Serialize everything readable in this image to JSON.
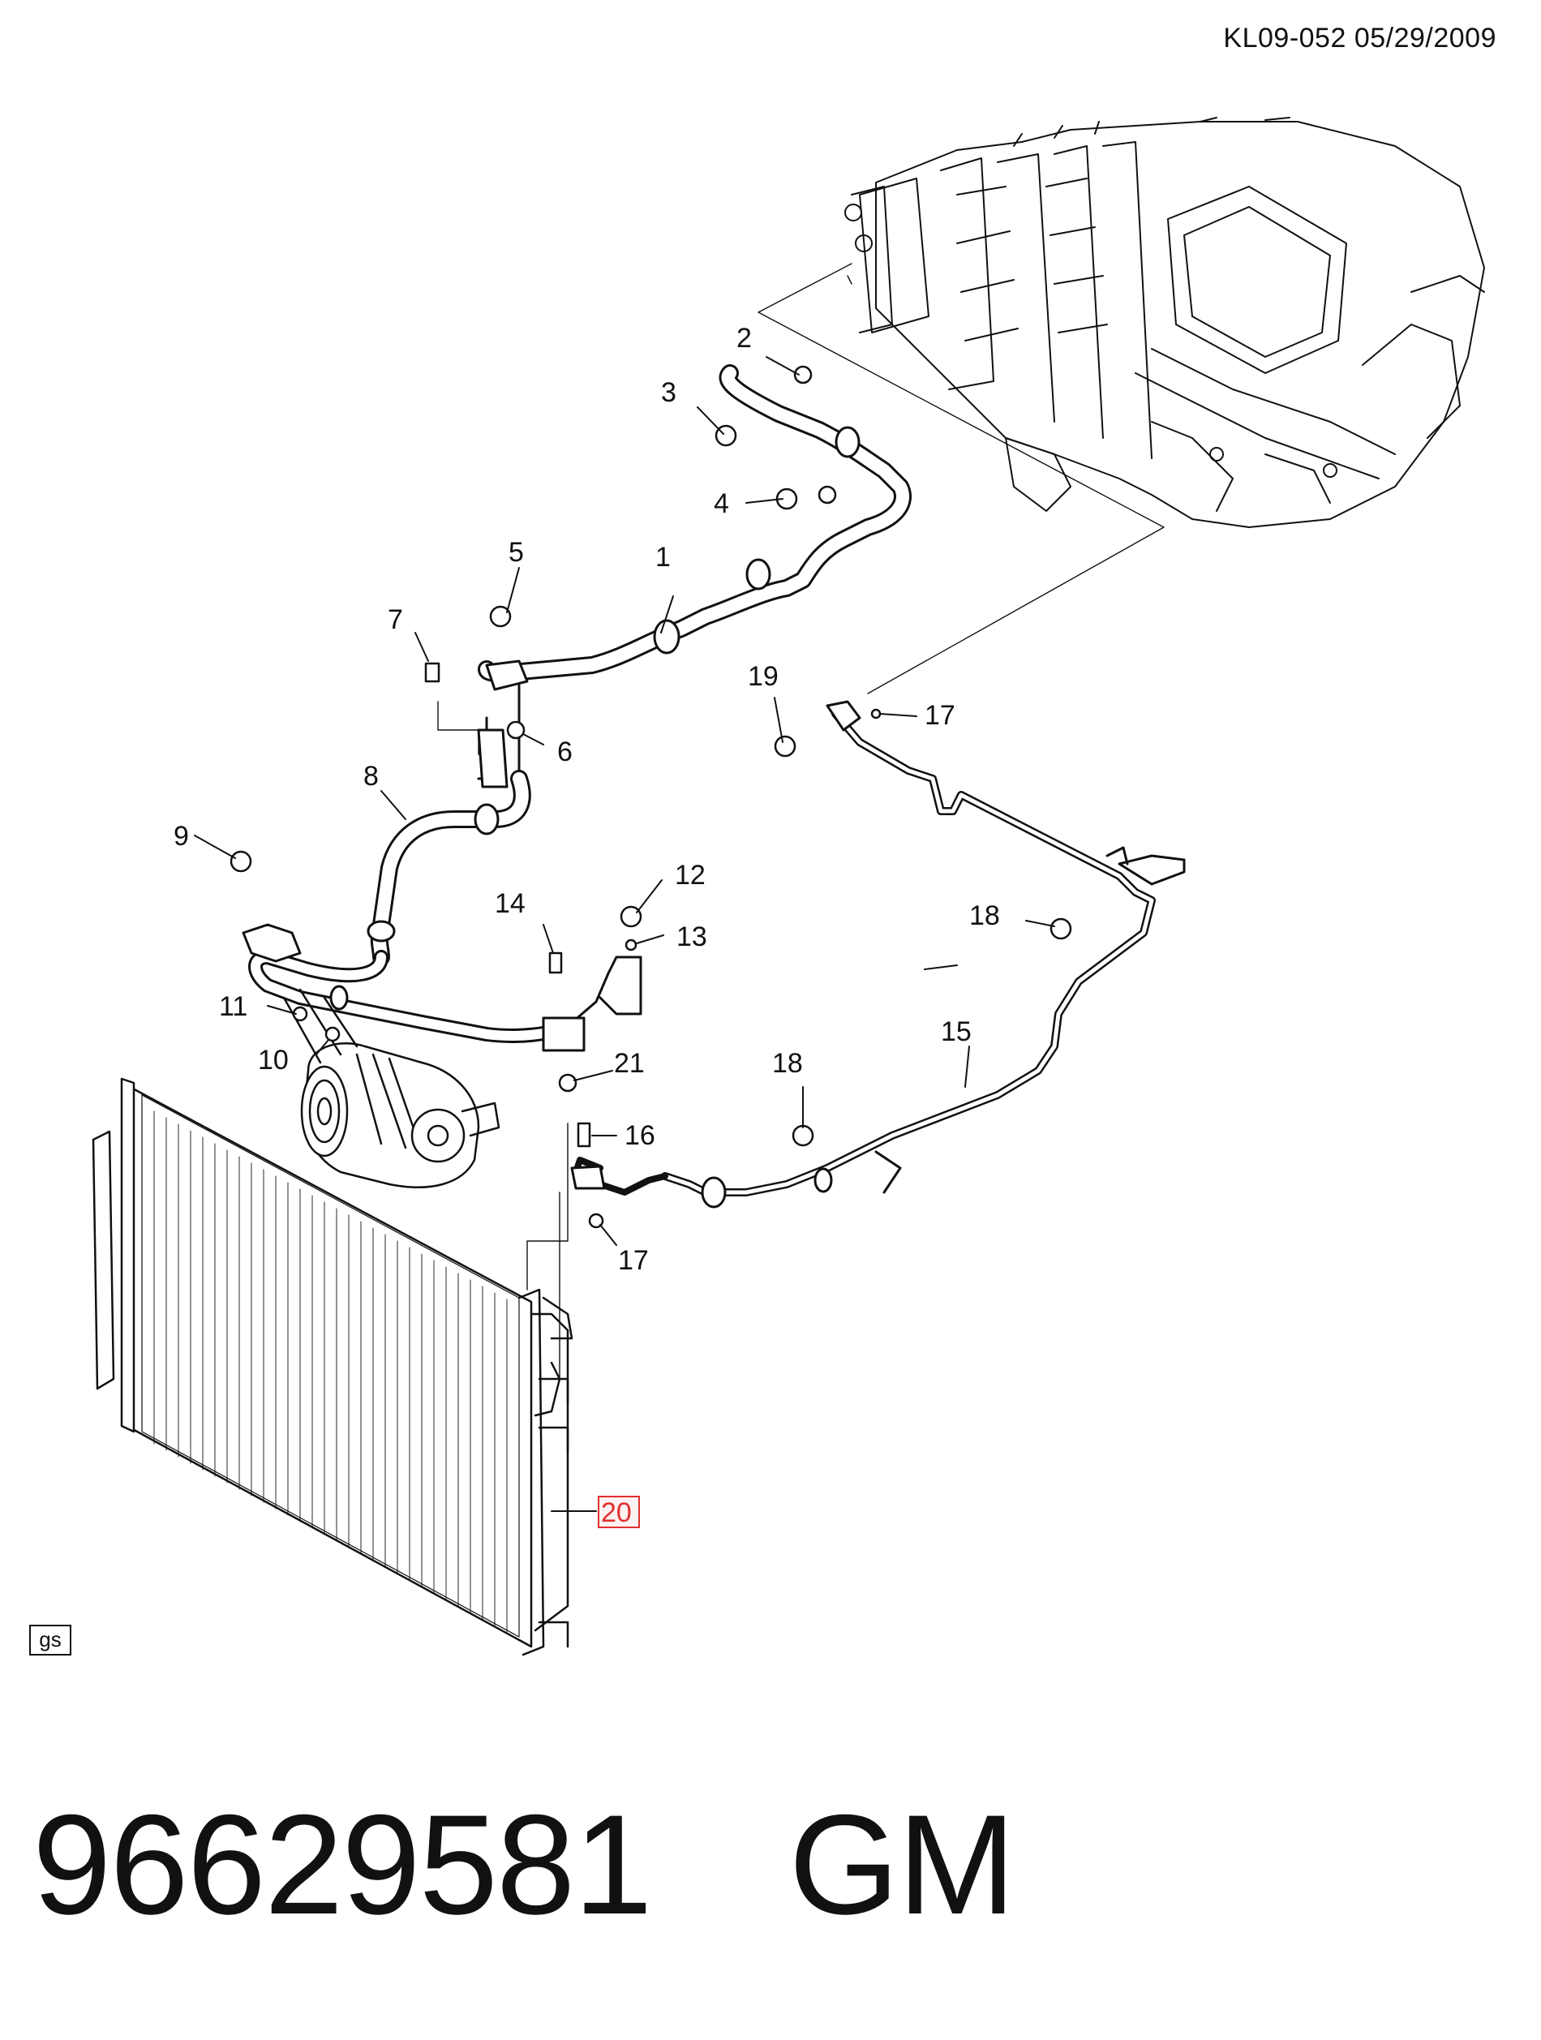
{
  "header": {
    "code": "KL09-052  05/29/2009"
  },
  "callouts": [
    {
      "label": "1"
    },
    {
      "label": "2"
    },
    {
      "label": "3"
    },
    {
      "label": "4"
    },
    {
      "label": "5"
    },
    {
      "label": "6"
    },
    {
      "label": "7"
    },
    {
      "label": "8"
    },
    {
      "label": "9"
    },
    {
      "label": "10"
    },
    {
      "label": "11"
    },
    {
      "label": "12"
    },
    {
      "label": "13"
    },
    {
      "label": "14"
    },
    {
      "label": "15"
    },
    {
      "label": "16"
    },
    {
      "label": "17"
    },
    {
      "label": "17"
    },
    {
      "label": "18"
    },
    {
      "label": "18"
    },
    {
      "label": "19"
    },
    {
      "label": "20"
    },
    {
      "label": "21"
    }
  ],
  "highlight": {
    "callout": "20",
    "color": "#e0312f"
  },
  "corner_tag": "gs",
  "part": {
    "number": "96629581",
    "brand": "GM"
  }
}
